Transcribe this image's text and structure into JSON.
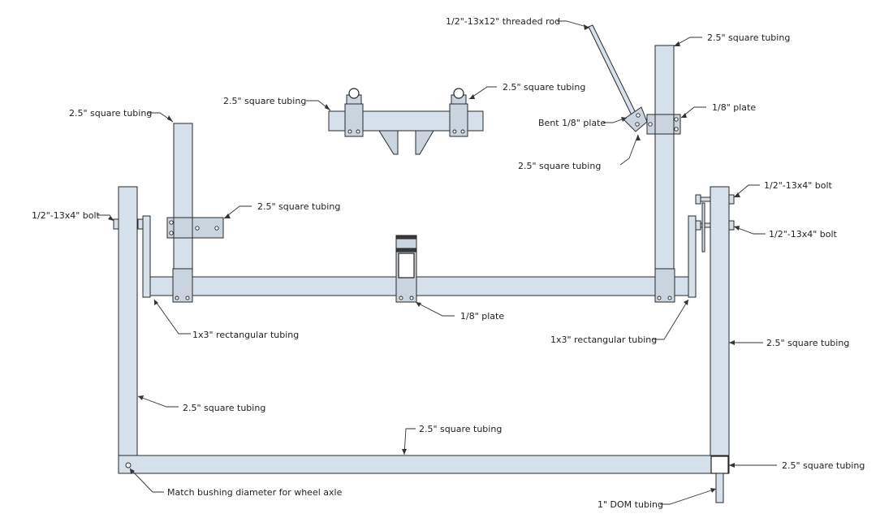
{
  "labels": {
    "threaded_rod": "1/2\"-13x12\" threaded rod",
    "sq_tube_top_right": "2.5\" square tubing",
    "sq_tube_top_mid_left": "2.5\" square tubing",
    "sq_tube_top_mid_right": "2.5\" square tubing",
    "sq_tube_left_post": "2.5\" square tubing",
    "plate_right_top": "1/8\" plate",
    "bent_plate": "Bent 1/8\" plate",
    "sq_tube_bracket_right": "2.5\" square tubing",
    "bolt_left": "1/2\"-13x4\" bolt",
    "sq_tube_left_bracket": "2.5\" square tubing",
    "bolt_right_upper": "1/2\"-13x4\" bolt",
    "bolt_right_lower": "1/2\"-13x4\" bolt",
    "plate_center": "1/8\" plate",
    "rect_tube_left": "1x3\" rectangular tubing",
    "rect_tube_right": "1x3\" rectangular tubing",
    "sq_tube_right_leg": "2.5\" square tubing",
    "sq_tube_left_leg": "2.5\" square tubing",
    "sq_tube_bottom": "2.5\" square tubing",
    "sq_tube_bottom_end": "2.5\" square tubing",
    "bushing_note": "Match bushing diameter for wheel axle",
    "dom_tubing": "1\" DOM tubing"
  },
  "colors": {
    "tube_fill": "#d6e0ea",
    "outline": "#2a2a2a"
  }
}
